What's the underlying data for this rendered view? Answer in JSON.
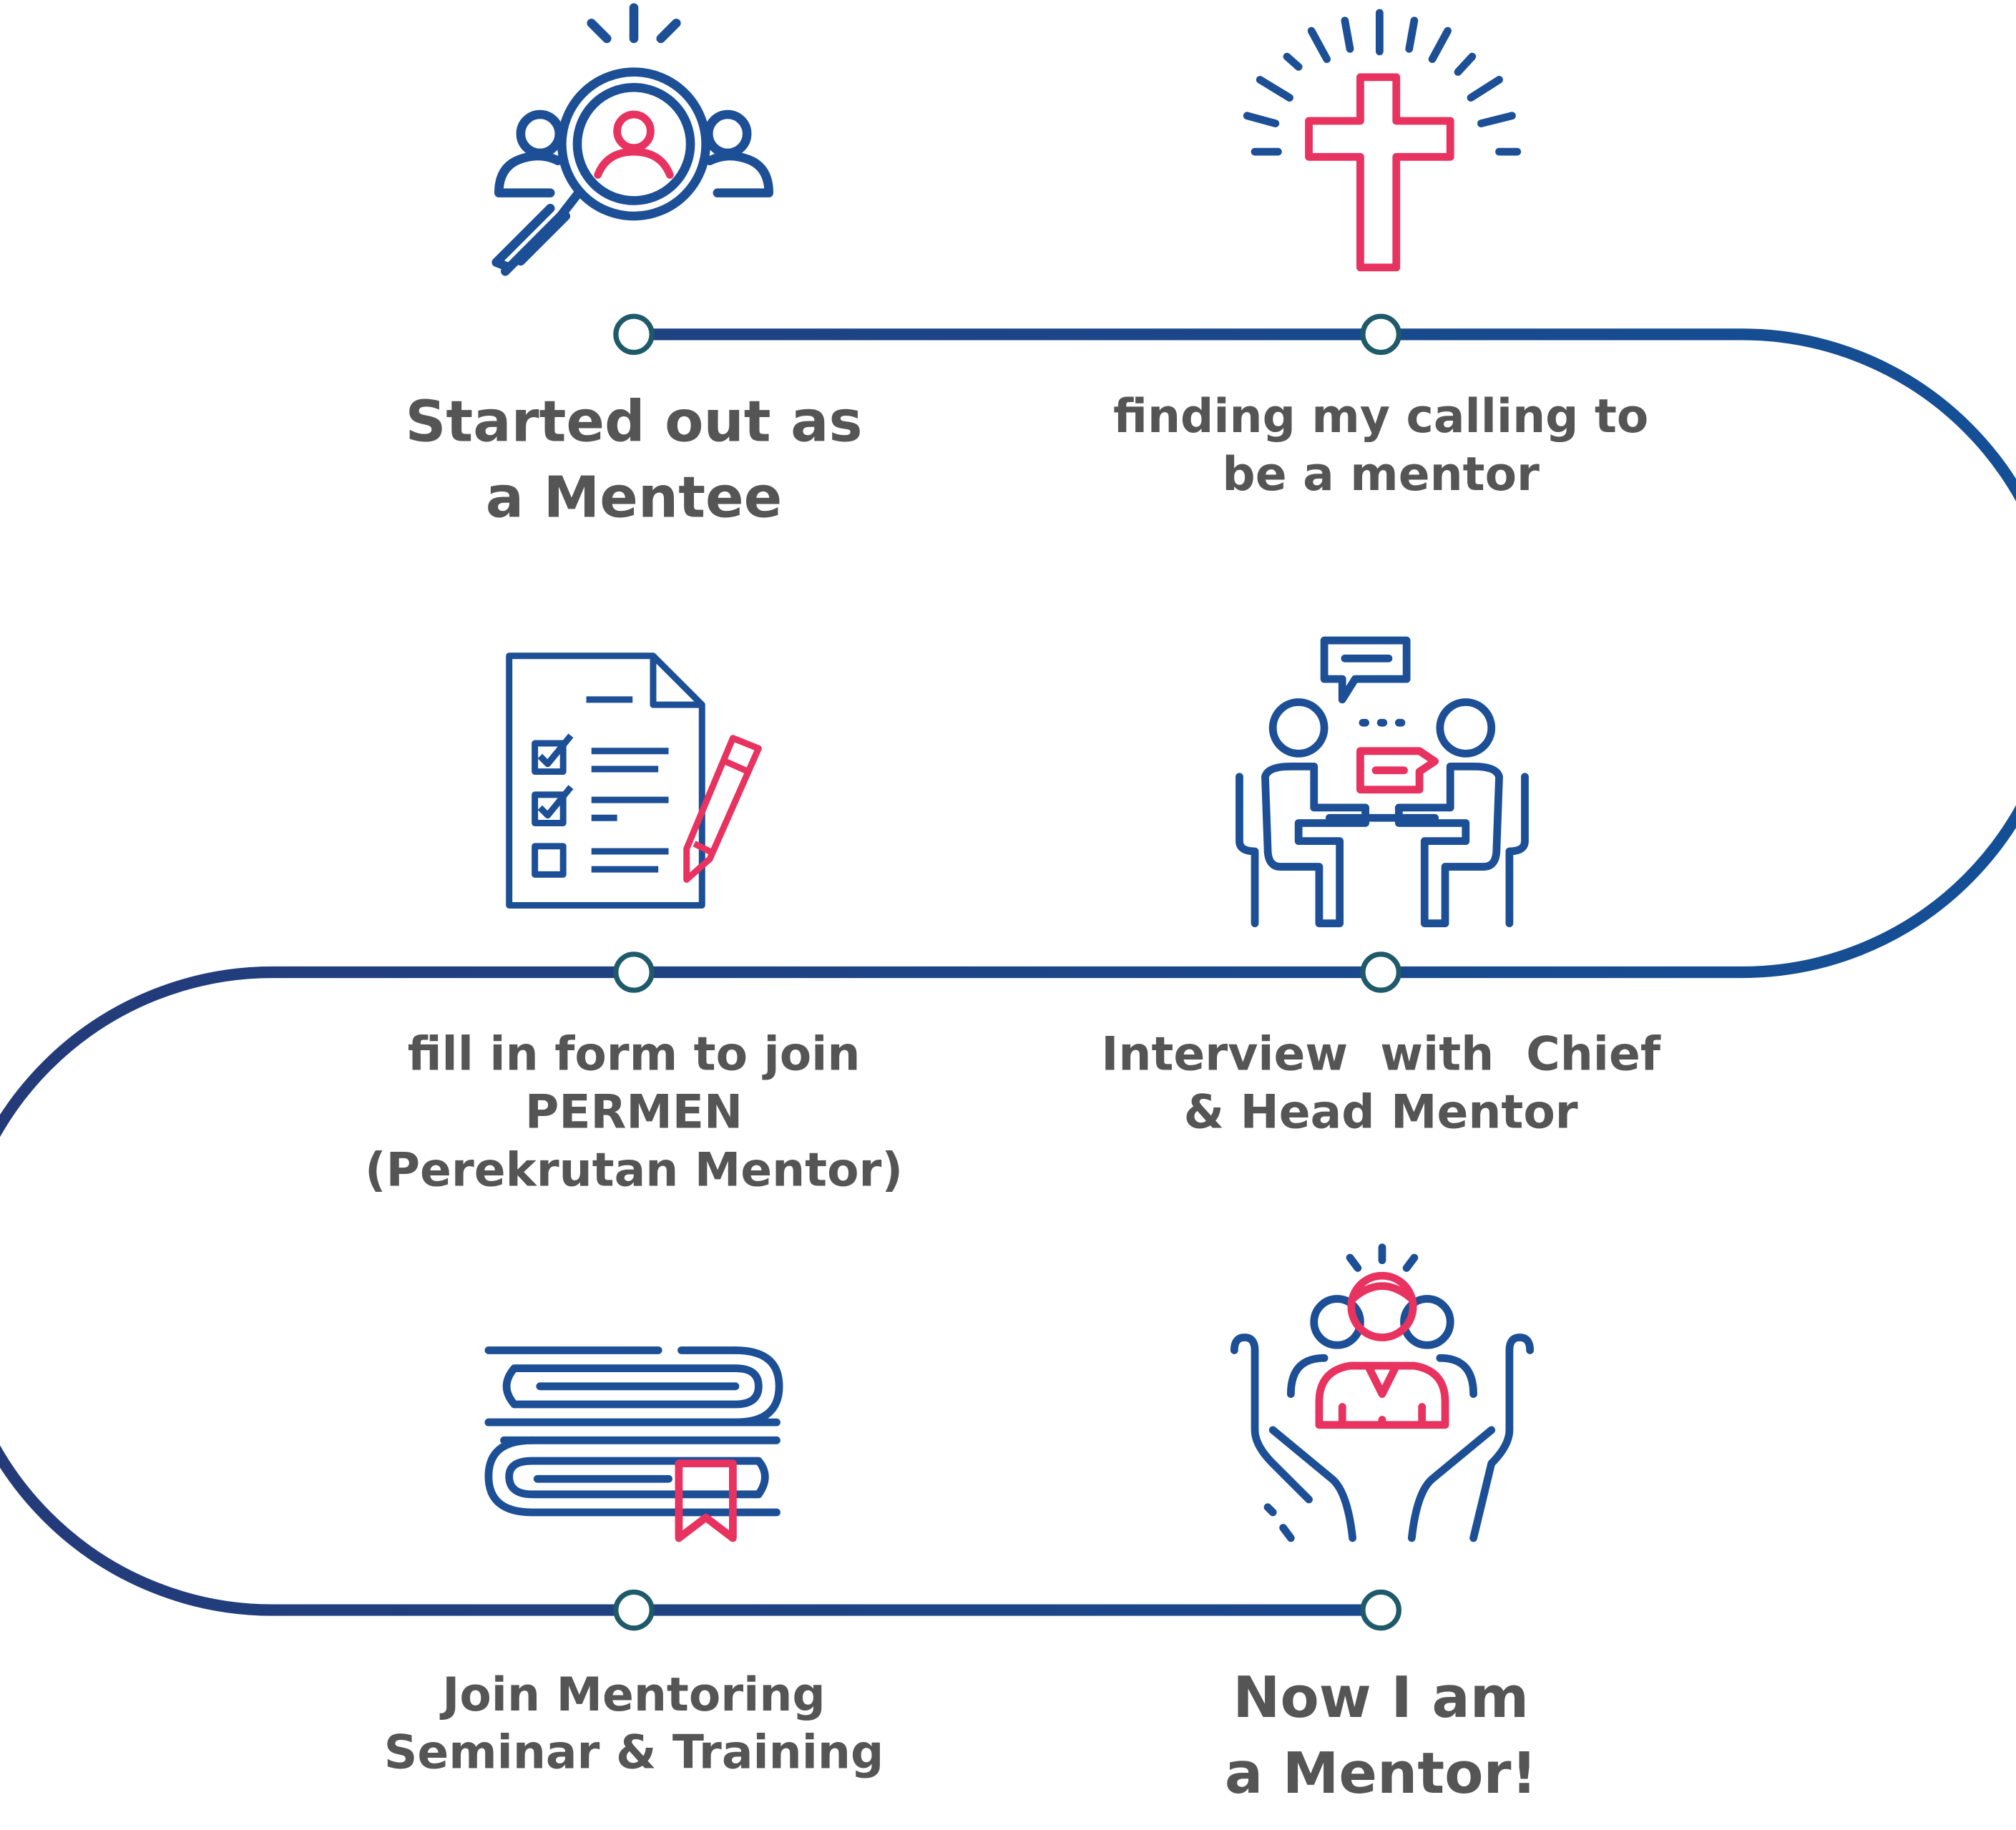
{
  "colors": {
    "navy": "#1c4f95",
    "pink": "#e8325f",
    "path_start": "#243a78",
    "path_end": "#145097",
    "node_stroke": "#1f5a6a",
    "text": "#555555"
  },
  "steps": [
    {
      "icon": "magnifier-people-icon",
      "lines": [
        "Started out as",
        "a Mentee"
      ]
    },
    {
      "icon": "cross-icon",
      "lines": [
        "finding my calling to",
        "be a mentor"
      ]
    },
    {
      "icon": "form-checklist-icon",
      "lines": [
        "fill in form to join",
        "PERMEN",
        "(Perekrutan Mentor)"
      ]
    },
    {
      "icon": "interview-icon",
      "lines": [
        "Interview  with  Chief",
        "& Head Mentor"
      ]
    },
    {
      "icon": "books-icon",
      "lines": [
        "Join Mentoring",
        "Seminar & Training"
      ]
    },
    {
      "icon": "mentor-hands-icon",
      "lines": [
        "Now I am",
        "a Mentor!"
      ]
    }
  ]
}
